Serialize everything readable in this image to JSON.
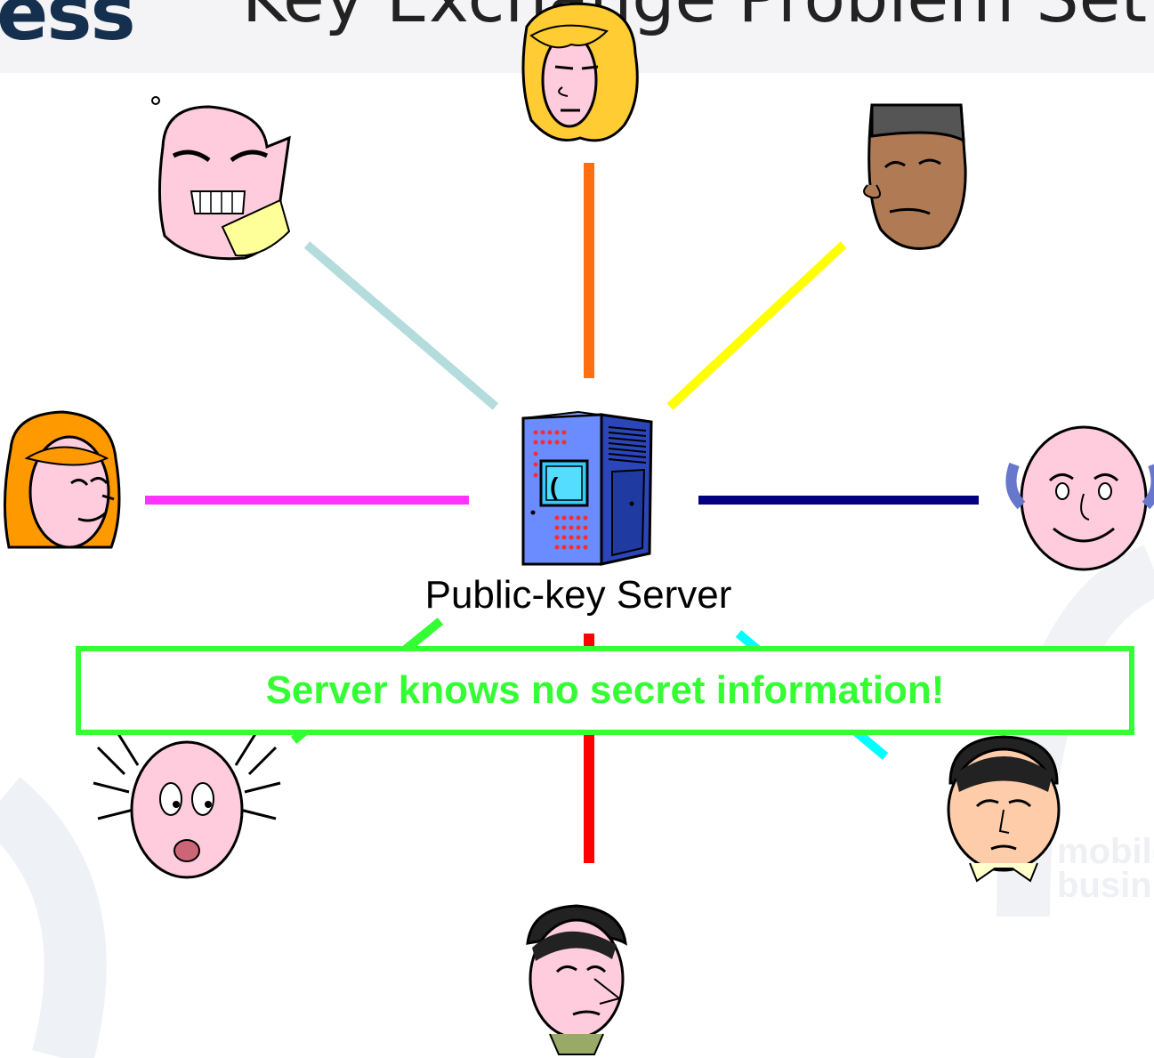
{
  "header": {
    "logo_fragment": "ess",
    "title_fragment": "Key Exchange Problem Set"
  },
  "server": {
    "icon": "server-tower-icon",
    "caption": "Public-key Server"
  },
  "callout": {
    "text": "Server knows no secret information!",
    "color": "#33ff33"
  },
  "watermark": {
    "lines": [
      "mobile",
      "busin"
    ]
  },
  "connections": [
    {
      "name": "link-user-top",
      "color": "#ff6f0f",
      "icon": "blonde-woman-face-icon"
    },
    {
      "name": "link-user-top-right",
      "color": "#ffff00",
      "icon": "smirking-man-face-icon"
    },
    {
      "name": "link-user-right",
      "color": "#000080",
      "icon": "smiling-bald-man-face-icon"
    },
    {
      "name": "link-user-bottom-right",
      "color": "#00ffff",
      "icon": "worried-man-face-icon"
    },
    {
      "name": "link-user-bottom",
      "color": "#ff0000",
      "icon": "suspicious-man-face-icon"
    },
    {
      "name": "link-user-bottom-left",
      "color": "#33ff33",
      "icon": "shocked-man-face-icon"
    },
    {
      "name": "link-user-left",
      "color": "#ff33ff",
      "icon": "redhead-woman-face-icon"
    },
    {
      "name": "link-user-top-left",
      "color": "#b4dcdc",
      "icon": "angry-man-face-icon"
    }
  ]
}
